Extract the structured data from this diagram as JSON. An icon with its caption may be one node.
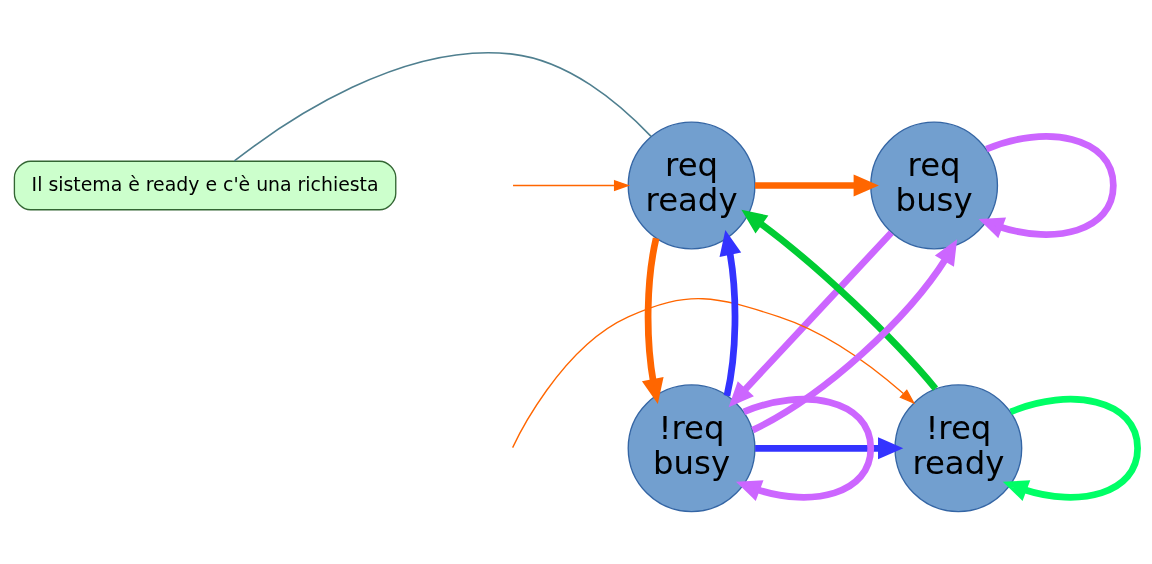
{
  "diagram": {
    "nodes": [
      {
        "text": [
          "Il sistema è ready e c'è una richiesta"
        ]
      },
      {
        "text": [
          "req ready"
        ]
      },
      {
        "text": [
          "req busy"
        ]
      },
      {
        "text": [
          "!req ready"
        ]
      },
      {
        "text": [
          "!req busy"
        ]
      }
    ],
    "edges": [
      {
        "from": 0,
        "to": 1,
        "arrow": "none",
        "color": "#4f7f8f"
      },
      {
        "from": null,
        "to": 1,
        "arrow": "to",
        "color": "#ff6600"
      },
      {
        "from": null,
        "to": 3,
        "arrow": "to",
        "color": "#ff6600"
      },
      {
        "from": 1,
        "to": 2,
        "arrow": "to",
        "color": "#ff6600"
      },
      {
        "from": 1,
        "to": 4,
        "arrow": "to",
        "color": "#ff6600"
      },
      {
        "from": 4,
        "to": 1,
        "arrow": "to",
        "color": "#3333ff"
      },
      {
        "from": 4,
        "to": 3,
        "arrow": "to",
        "color": "#3333ff"
      },
      {
        "from": 3,
        "to": 1,
        "arrow": "to",
        "color": "#00cc33"
      },
      {
        "from": 3,
        "to": 3,
        "arrow": "to",
        "color": "#00ff66"
      },
      {
        "from": 2,
        "to": 2,
        "arrow": "to",
        "color": "#cc66ff"
      },
      {
        "from": 2,
        "to": 4,
        "arrow": "to",
        "color": "#cc66ff"
      },
      {
        "from": 4,
        "to": 2,
        "arrow": "to",
        "color": "#cc66ff"
      },
      {
        "from": 4,
        "to": 4,
        "arrow": "to",
        "color": "#cc66ff"
      }
    ]
  }
}
